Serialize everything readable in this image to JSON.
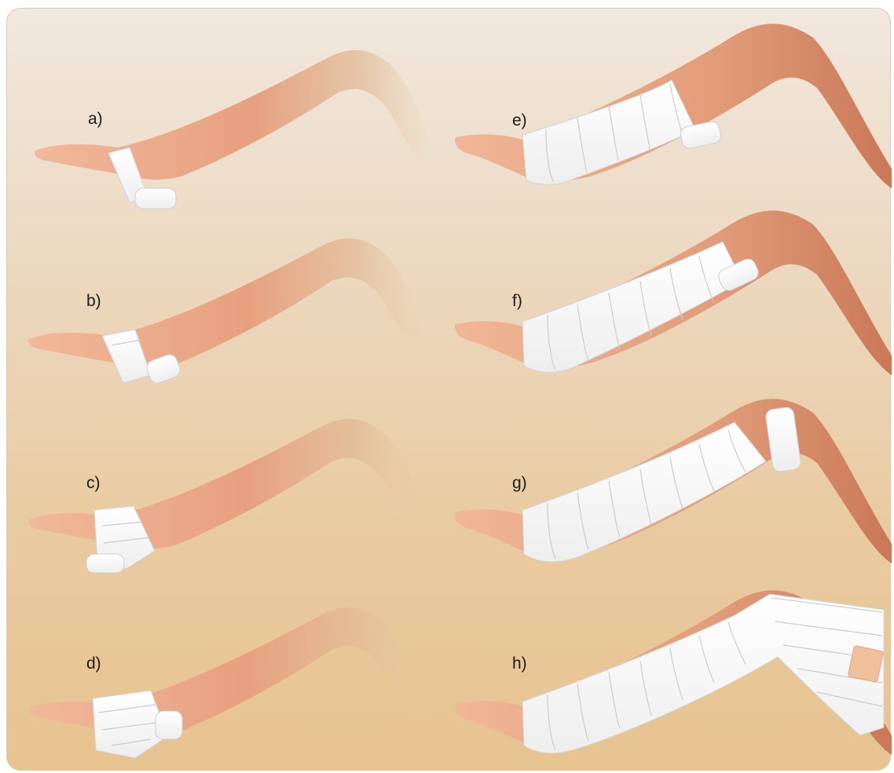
{
  "figure": {
    "steps": [
      {
        "label": "a)"
      },
      {
        "label": "b)"
      },
      {
        "label": "c)"
      },
      {
        "label": "d)"
      },
      {
        "label": "e)"
      },
      {
        "label": "f)"
      },
      {
        "label": "g)"
      },
      {
        "label": "h)"
      }
    ]
  },
  "colors": {
    "skin_light": "#f3c6a6",
    "skin_mid": "#e9a683",
    "skin_dark": "#c9785a",
    "bandage": "#ffffff",
    "bandage_line": "#c9c9c9",
    "tape": "#f0bf9c"
  }
}
